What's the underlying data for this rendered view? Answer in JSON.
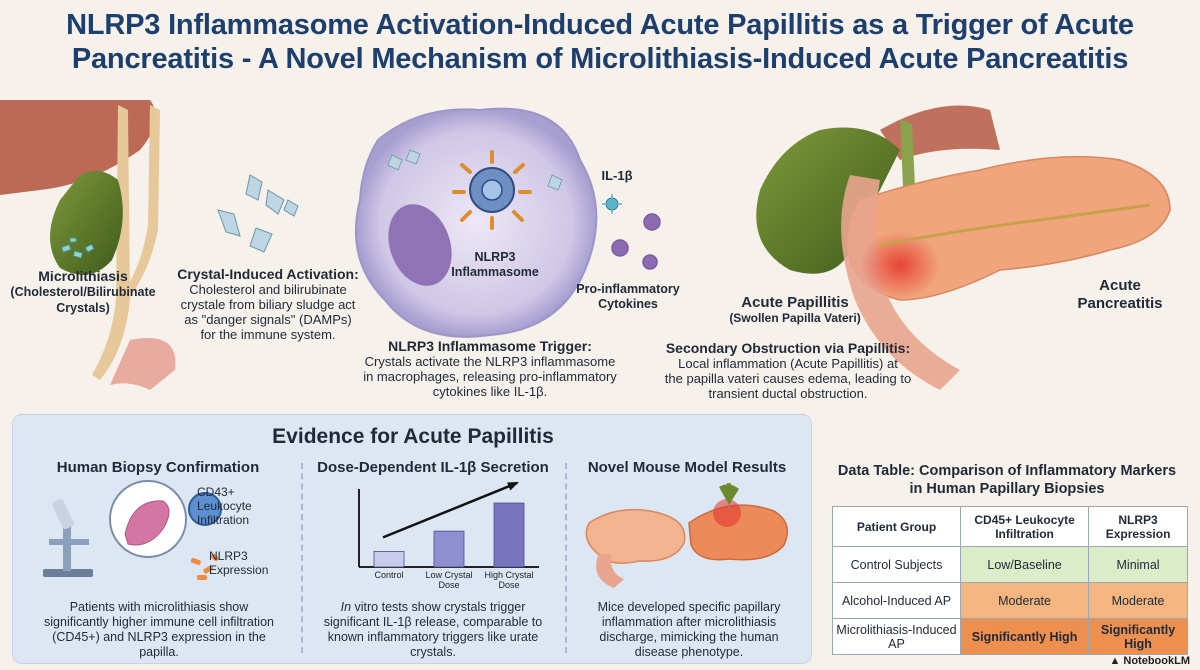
{
  "title": {
    "line1": "NLRP3 Inflammasome Activation-Induced Acute Papillitis as a Trigger of Acute",
    "line2": "Pancreatitis - A Novel Mechanism of Microlithiasis-Induced Acute Pancreatitis"
  },
  "diagram": {
    "microlithiasis": {
      "title": "Microlithiasis",
      "sub1": "(Cholesterol/Bilirubinate",
      "sub2": "Crystals)"
    },
    "crystal_activation": {
      "heading": "Crystal-Induced Activation:",
      "lines": [
        "Cholesterol and bilirubinate",
        "crystale from biliary sludge act",
        "as \"danger signals\" (DAMPs)",
        "for the immune system."
      ]
    },
    "inflammasome_label": [
      "NLRP3",
      "Inflammasome"
    ],
    "il1b_label": "IL-1β",
    "cytokines_label": [
      "Pro-inflammatory",
      "Cytokines"
    ],
    "nlrp3_trigger": {
      "heading": "NLRP3 Inflammasome Trigger:",
      "lines": [
        "Crystals activate the NLRP3 inflammasome",
        "in macrophages, releasing pro-inflammatory",
        "cytokines like IL-1β."
      ]
    },
    "acute_papillitis": {
      "title": "Acute Papillitis",
      "sub": "(Swollen Papilla Vateri)"
    },
    "secondary_obstruction": {
      "heading": "Secondary Obstruction via Papillitis:",
      "lines": [
        "Local inflammation (Acute Papillitis) at",
        "the papilla vateri causes edema, leading to",
        "transient ductal obstruction."
      ]
    },
    "acute_pancreatitis": [
      "Acute",
      "Pancreatitis"
    ]
  },
  "evidence": {
    "title": "Evidence for Acute Papillitis",
    "biopsy": {
      "title": "Human Biopsy Confirmation",
      "cd43_label": [
        "CD43+",
        "Leukocyte",
        "Infiltration"
      ],
      "nlrp3_label": [
        "NLRP3",
        "Expression"
      ],
      "text": [
        "Patients with microlithiasis show",
        "significantly higher immune cell infiltration",
        "(CD45+) and NLRP3 expression in the",
        "papilla."
      ]
    },
    "dose": {
      "title": "Dose-Dependent IL-1β Secretion",
      "text_italic": "In",
      "text": [
        " vitro tests show crystals trigger",
        "significant IL-1β release, comparable to",
        "known inflammatory triggers like urate",
        "crystals."
      ]
    },
    "mouse": {
      "title": "Novel Mouse Model Results",
      "text": [
        "Mice developed specific papillary",
        "inflammation after microlithiasis",
        "discharge, mimicking the human",
        "disease phenotype."
      ]
    }
  },
  "chart_data": {
    "type": "bar",
    "title": "Dose-Dependent IL-1β Secretion",
    "categories": [
      "Control",
      "Low Crystal Dose",
      "High Crystal Dose"
    ],
    "category_lines": [
      [
        "Control"
      ],
      [
        "Low Crystal",
        "Dose"
      ],
      [
        "High Crystal",
        "Dose"
      ]
    ],
    "values": [
      1.0,
      2.3,
      4.1
    ],
    "ylim": [
      0,
      5
    ],
    "xlabel": "",
    "ylabel": "",
    "bar_colors": [
      "#c9cbec",
      "#8f8fcf",
      "#7a73bd"
    ],
    "grid": false
  },
  "table": {
    "title": [
      "Data Table: Comparison of Inflammatory Markers",
      "in Human Papillary Biopsies"
    ],
    "headers": [
      "Patient Group",
      "CD45+ Leukocyte Infiltration",
      "NLRP3 Expression"
    ],
    "rows": [
      [
        "Control Subjects",
        "Low/Baseline",
        "Minimal"
      ],
      [
        "Alcohol-Induced AP",
        "Moderate",
        "Moderate"
      ],
      [
        "Microlithiasis-Induced AP",
        "Significantly High",
        "Significantly High"
      ]
    ]
  },
  "brand": "NotebookLM",
  "colors": {
    "title": "#1d3f6e",
    "panel": "#dde7f3",
    "low": "#dcebc8",
    "moderate": "#f3b680",
    "high": "#ec8f4f"
  }
}
